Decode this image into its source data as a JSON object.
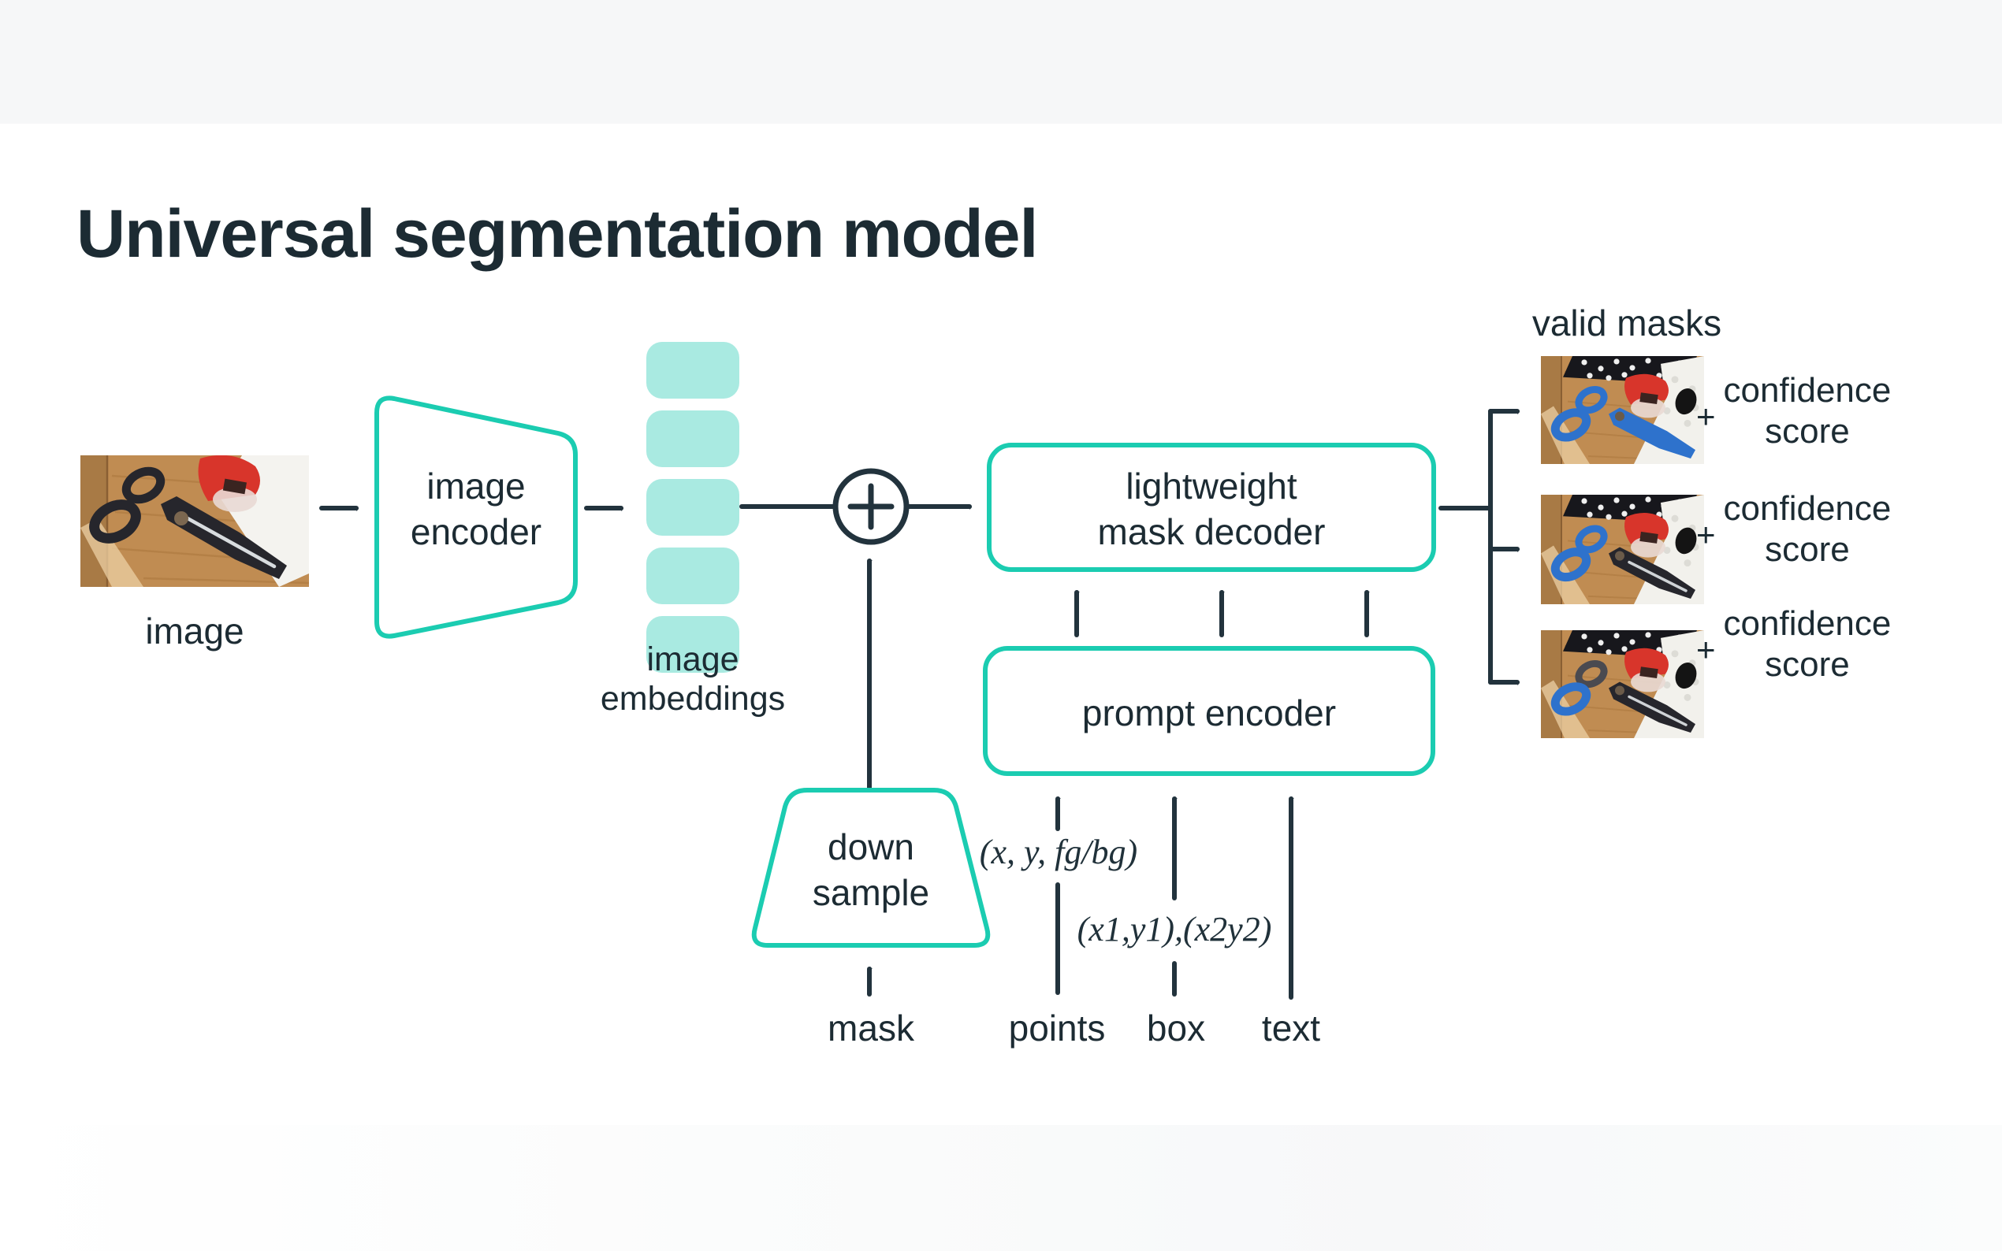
{
  "title": "Universal segmentation model",
  "colors": {
    "teal": "#1bccb1",
    "teal_light": "#a9eae1",
    "ink": "#1c2b33",
    "line": "#22333d",
    "mask_blue": "#2e72cc"
  },
  "labels": {
    "input_image": "image",
    "encoder_line1": "image",
    "encoder_line2": "encoder",
    "embeddings_line1": "image",
    "embeddings_line2": "embeddings",
    "decoder_line1": "lightweight",
    "decoder_line2": "mask decoder",
    "prompt_encoder": "prompt encoder",
    "downsample_line1": "down",
    "downsample_line2": "sample",
    "mask": "mask",
    "points": "points",
    "box": "box",
    "text": "text",
    "points_math": "(x, y, fg/bg)",
    "box_math": "(x1,y1),(x2y2)",
    "valid_masks": "valid masks"
  },
  "outputs": {
    "rows": [
      {
        "plus": "+",
        "line1": "confidence",
        "line2": "score"
      },
      {
        "plus": "+",
        "line1": "confidence",
        "line2": "score"
      },
      {
        "plus": "+",
        "line1": "confidence",
        "line2": "score"
      }
    ]
  }
}
